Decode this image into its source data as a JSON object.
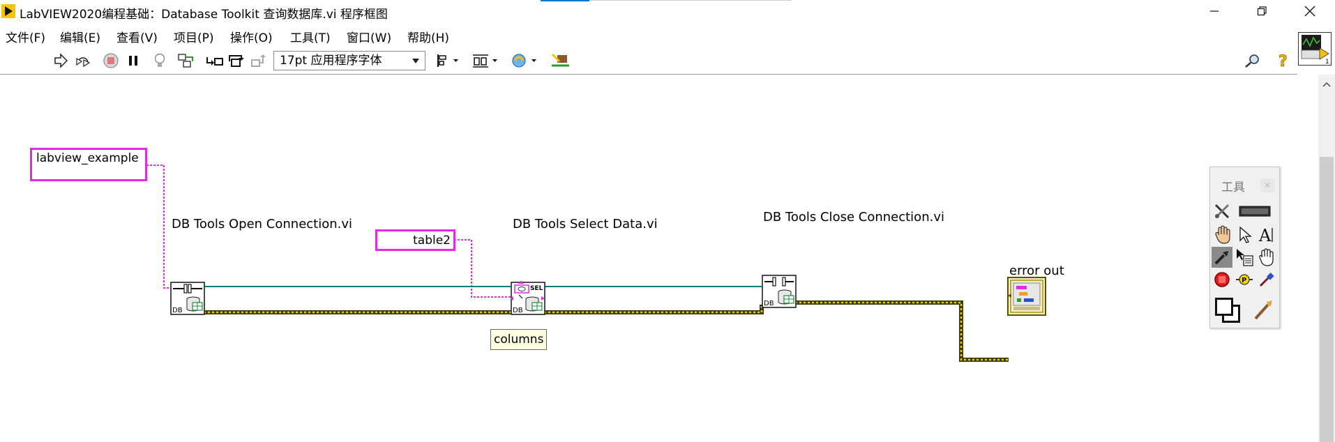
{
  "window": {
    "title": "LabVIEW2020编程基础：Database Toolkit 查询数据库.vi 程序框图",
    "icons": {
      "app": "labview-play-icon",
      "minimize": "minimize-icon",
      "maximize": "restore-icon",
      "close": "close-icon"
    }
  },
  "menu": {
    "items": [
      {
        "label": "文件(F)"
      },
      {
        "label": "编辑(E)"
      },
      {
        "label": "查看(V)"
      },
      {
        "label": "项目(P)"
      },
      {
        "label": "操作(O)"
      },
      {
        "label": "工具(T)"
      },
      {
        "label": "窗口(W)"
      },
      {
        "label": "帮助(H)"
      }
    ]
  },
  "toolbar": {
    "font_select": "17pt 应用程序字体",
    "buttons": [
      "run-arrow-icon",
      "run-continuously-icon",
      "abort-icon",
      "pause-icon",
      "highlight-execution-icon",
      "retain-wire-values-icon",
      "step-into-icon",
      "step-over-icon",
      "step-out-icon",
      "align-objects-icon",
      "distribute-objects-icon",
      "reorder-icon",
      "clean-up-diagram-icon",
      "search-icon",
      "help-icon"
    ]
  },
  "diagram": {
    "constants": {
      "database": "labview_example",
      "table": "table2"
    },
    "nodes": {
      "open": "DB Tools Open Connection.vi",
      "select": "DB Tools Select Data.vi",
      "close": "DB Tools Close Connection.vi",
      "error_out": "error out",
      "columns": "columns",
      "icon_db": "DB",
      "icon_sel": "SEL"
    },
    "colors": {
      "string_wire": "#e22be2",
      "refnum_wire": "#008080",
      "error_wire": "#b8a000"
    }
  },
  "tools_palette": {
    "title": "工具",
    "tools": [
      "automatic-tool-icon",
      "operate-value-icon",
      "position-select-icon",
      "edit-text-icon",
      "connect-wire-icon",
      "object-shortcut-menu-icon",
      "scroll-window-icon",
      "breakpoint-icon",
      "probe-data-icon",
      "get-color-icon",
      "set-color-icon",
      "paint-brush-icon"
    ]
  }
}
